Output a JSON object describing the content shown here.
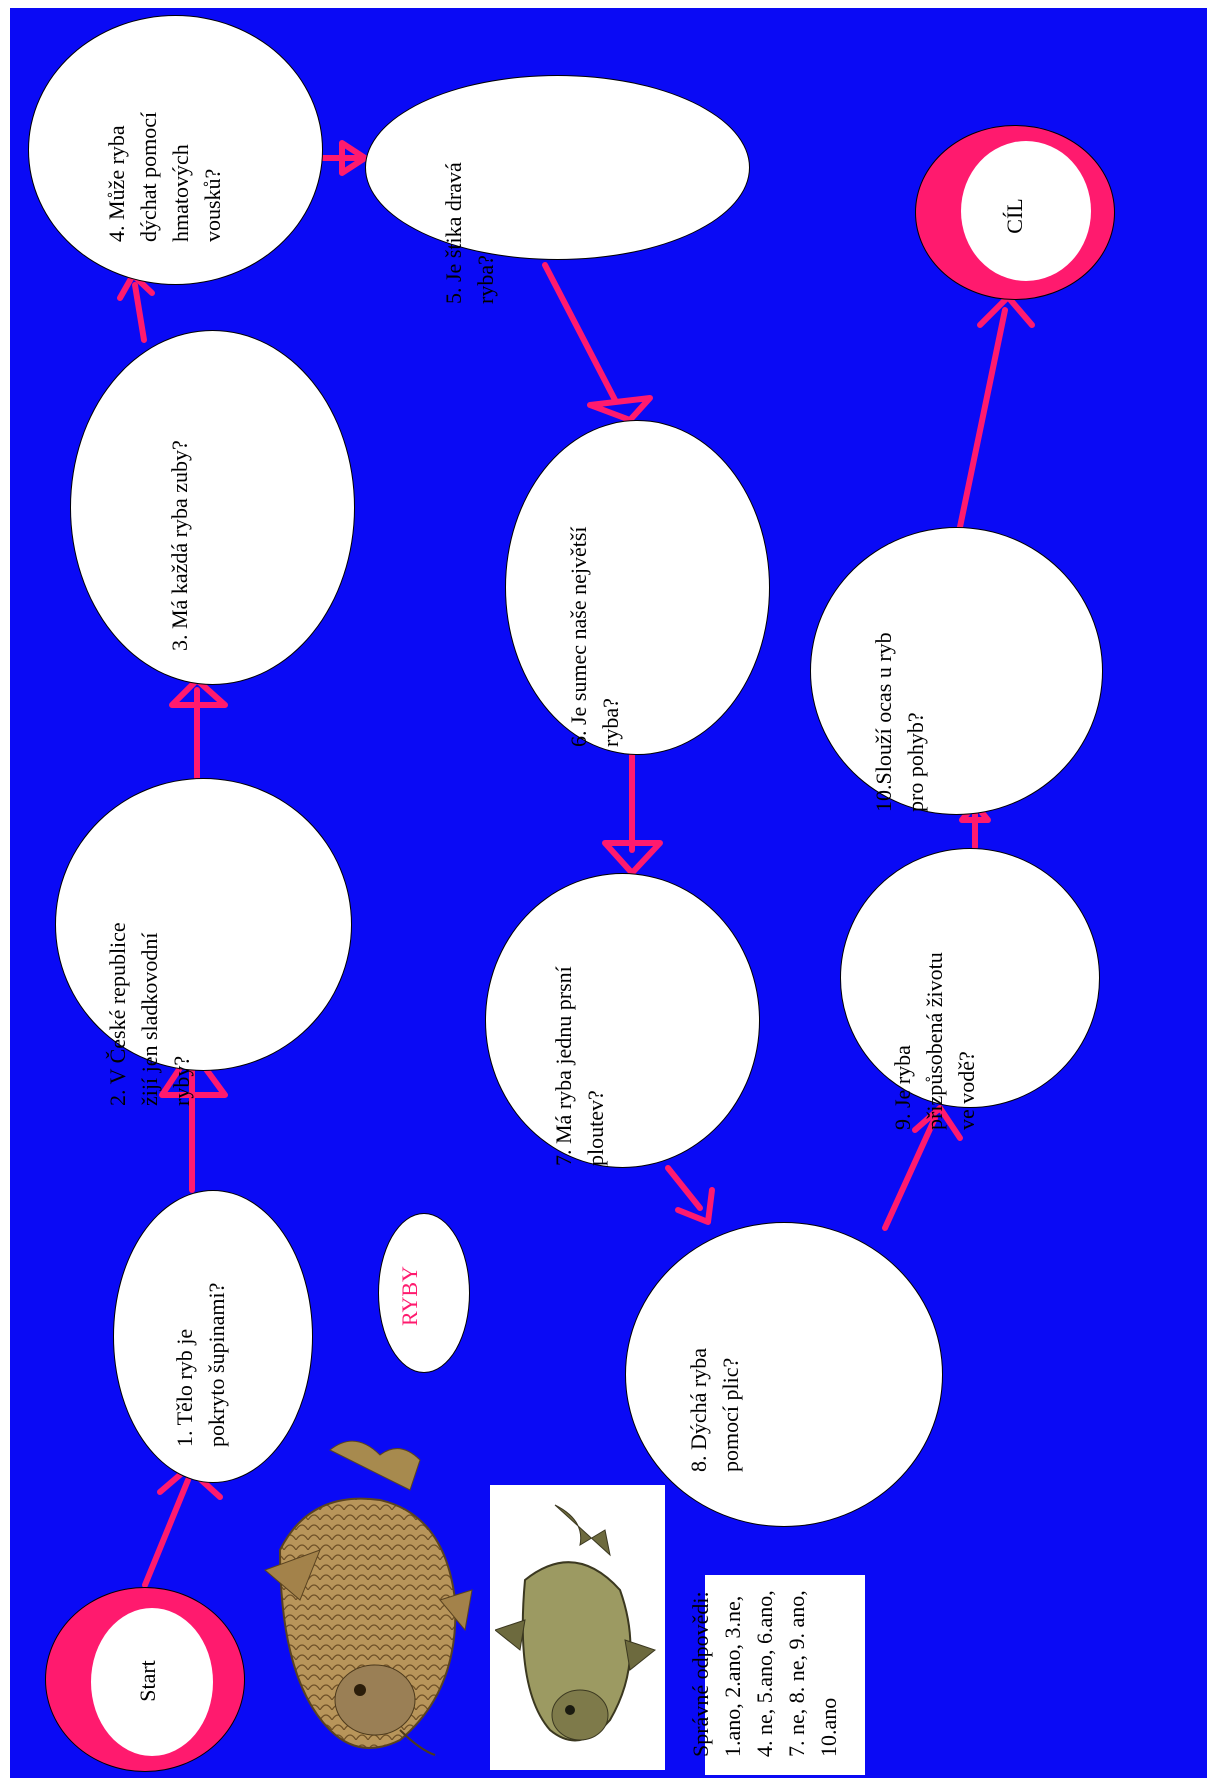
{
  "colors": {
    "background": "#0a0af5",
    "arrow": "#ff1a6e",
    "bubble": "#ffffff",
    "accent": "#ff1a6e"
  },
  "start_label": "Start",
  "goal_label": "CÍL",
  "title": "RYBY",
  "questions": [
    {
      "lines": [
        "1. Tělo ryb je",
        "pokryto šupinami?"
      ]
    },
    {
      "lines": [
        "2. V České republice",
        "žijí jen sladkovodní",
        "ryby?"
      ]
    },
    {
      "lines": [
        "3. Má každá ryba zuby?"
      ]
    },
    {
      "lines": [
        "4. Může ryba",
        "dýchat pomocí",
        "hmatových",
        "vousků?"
      ]
    },
    {
      "lines": [
        "5. Je štika dravá",
        "ryba?"
      ]
    },
    {
      "lines": [
        "6. Je sumec naše největší",
        "ryba?"
      ]
    },
    {
      "lines": [
        "7. Má ryba jednu prsní",
        "ploutev?"
      ]
    },
    {
      "lines": [
        "8. Dýchá ryba",
        "pomocí plic?"
      ]
    },
    {
      "lines": [
        "9. Je ryba",
        "přizpůsobená životu",
        "ve vodě?"
      ]
    },
    {
      "lines": [
        "10.Slouží ocas u ryb",
        "pro pohyb?"
      ]
    }
  ],
  "answers": {
    "heading": "Správné odpovědi:",
    "lines": [
      "1.ano, 2.ano, 3.ne,",
      "4. ne, 5.ano, 6.ano,",
      "7. ne, 8. ne, 9. ano,",
      "10.ano"
    ]
  },
  "icons": {
    "carp_photo": "carp-photo-icon",
    "bream_photo": "bream-photo-icon"
  }
}
